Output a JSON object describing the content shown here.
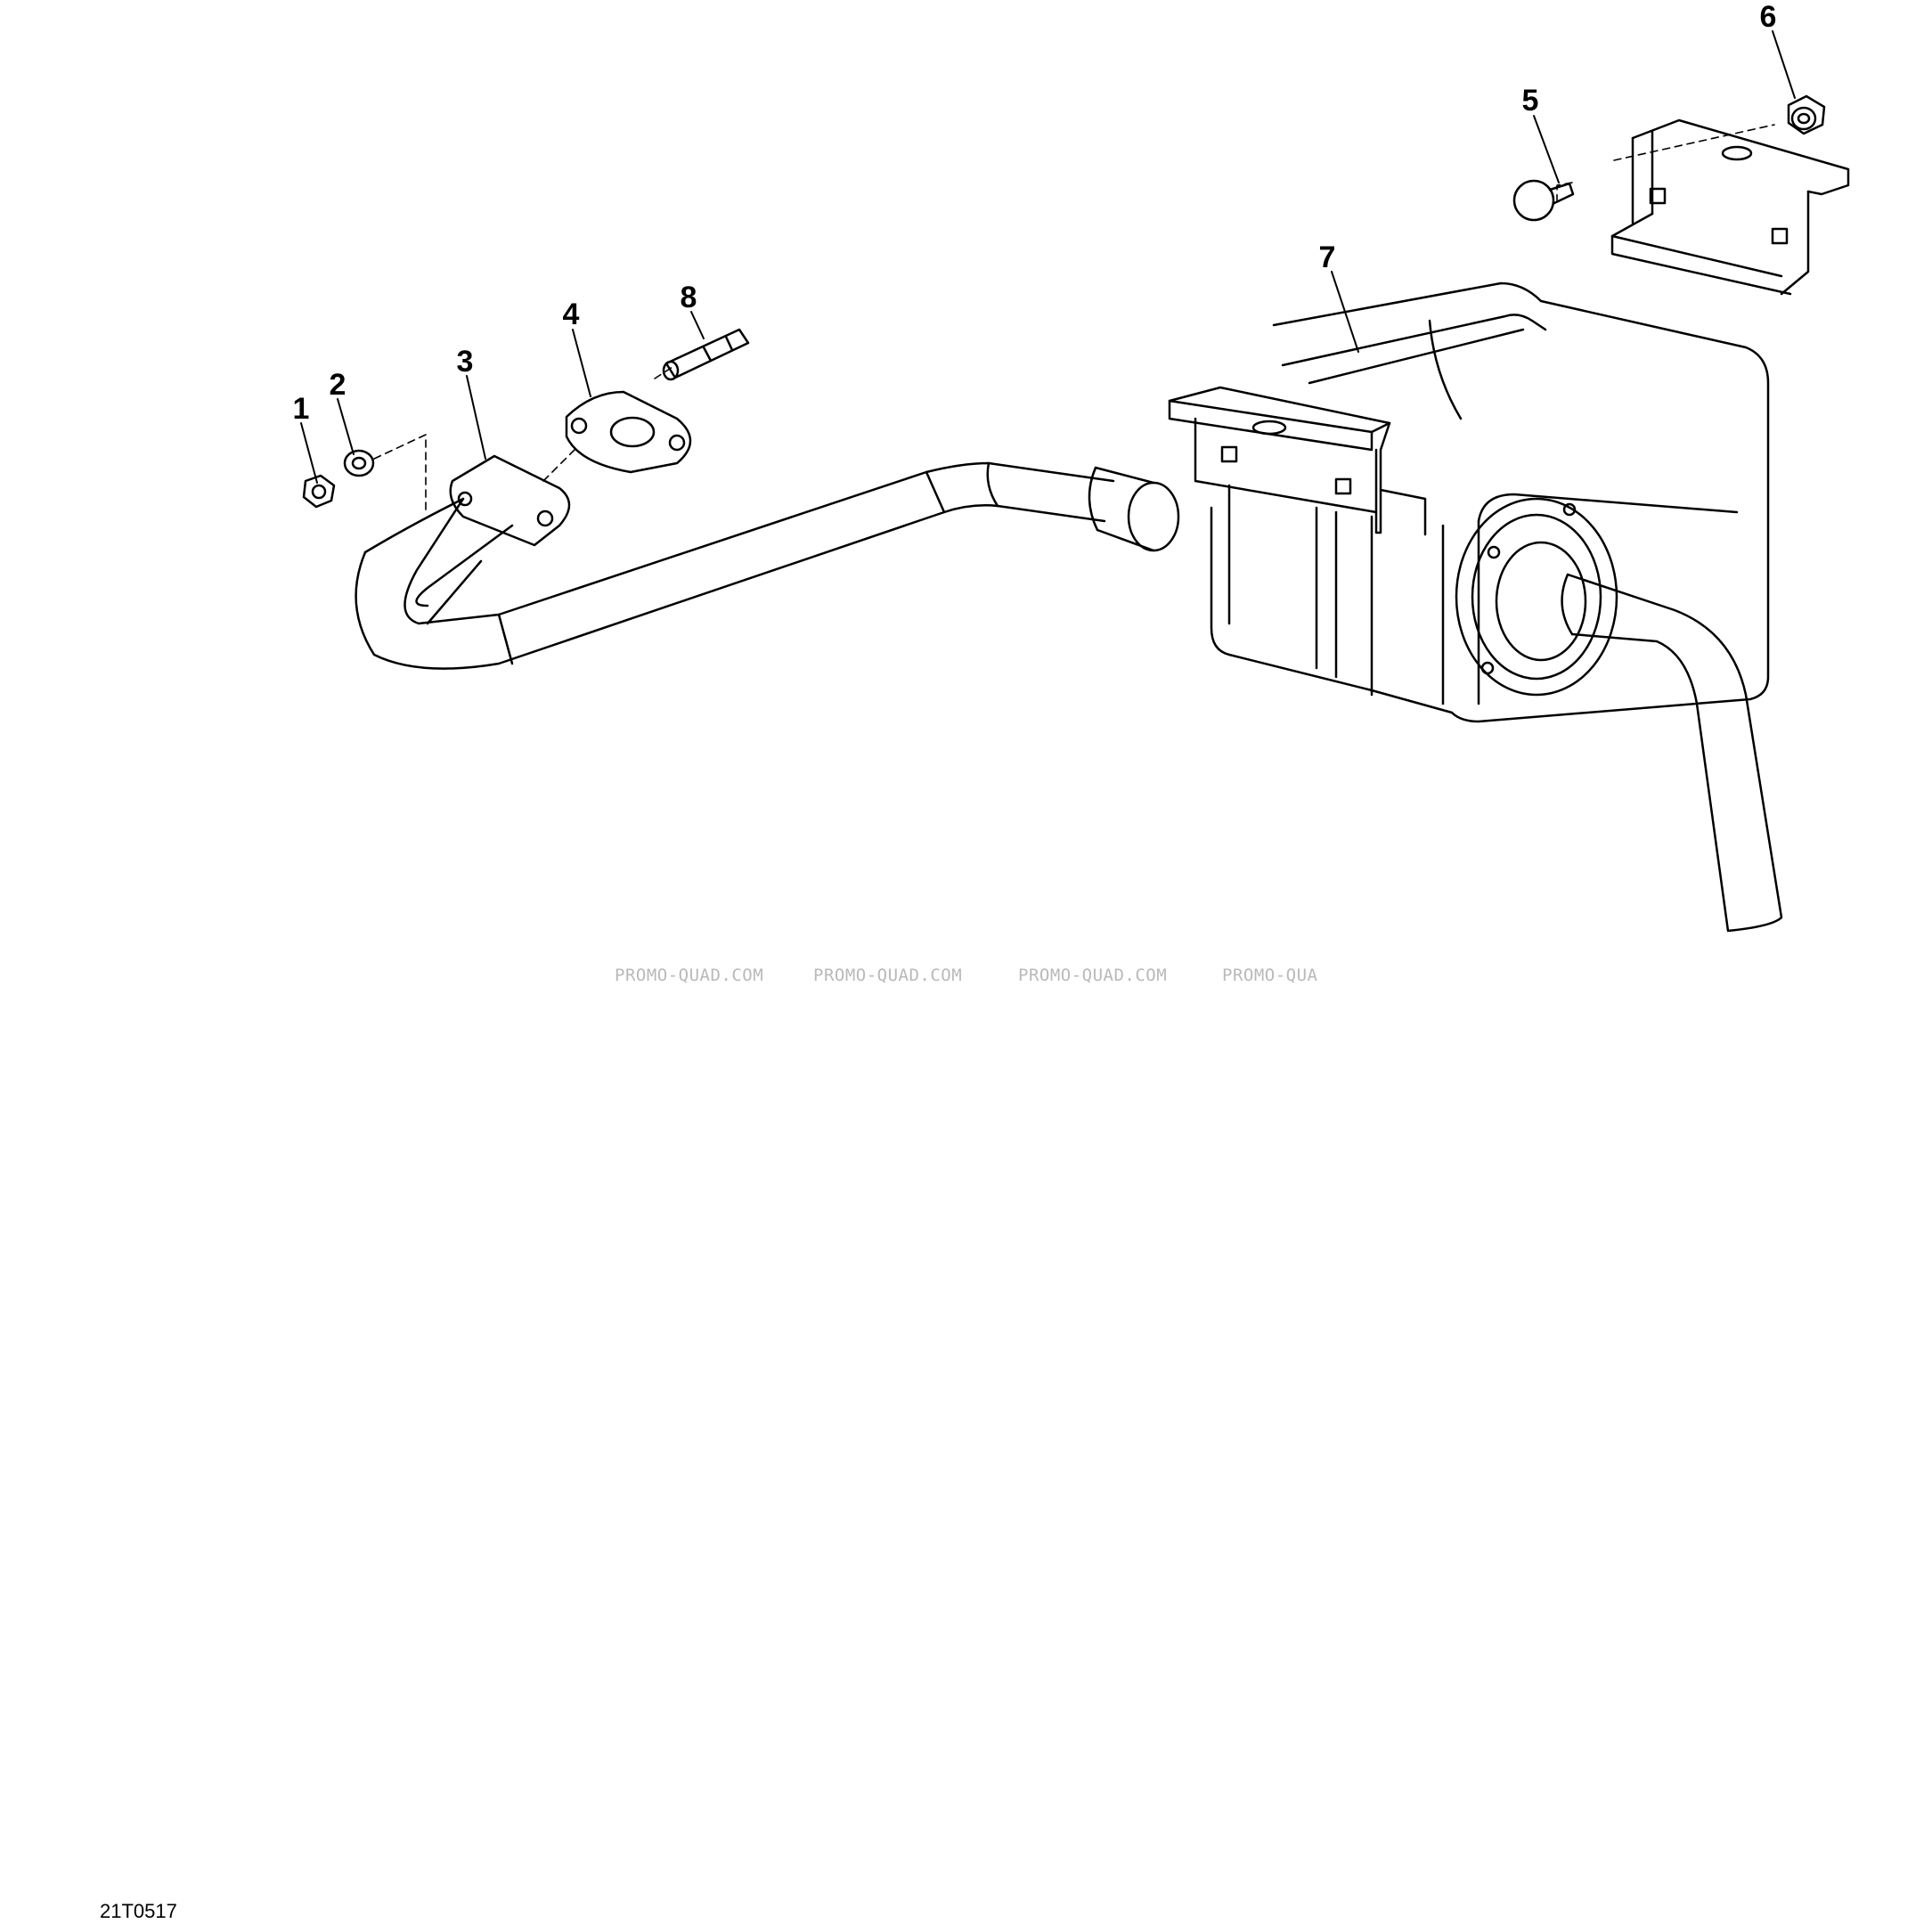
{
  "callouts": [
    {
      "id": "1",
      "label": "1"
    },
    {
      "id": "2",
      "label": "2"
    },
    {
      "id": "3",
      "label": "3"
    },
    {
      "id": "4",
      "label": "4"
    },
    {
      "id": "5",
      "label": "5"
    },
    {
      "id": "6",
      "label": "6"
    },
    {
      "id": "7",
      "label": "7"
    },
    {
      "id": "8",
      "label": "8"
    }
  ],
  "watermarks": [
    "PROMO-QUAD.COM",
    "PROMO-QUAD.COM",
    "PROMO-QUAD.COM",
    "PROMO-QUA"
  ],
  "reference_code": "21T0517",
  "colors": {
    "line": "#000000",
    "watermark": "#b9b9b9",
    "background": "#ffffff"
  }
}
